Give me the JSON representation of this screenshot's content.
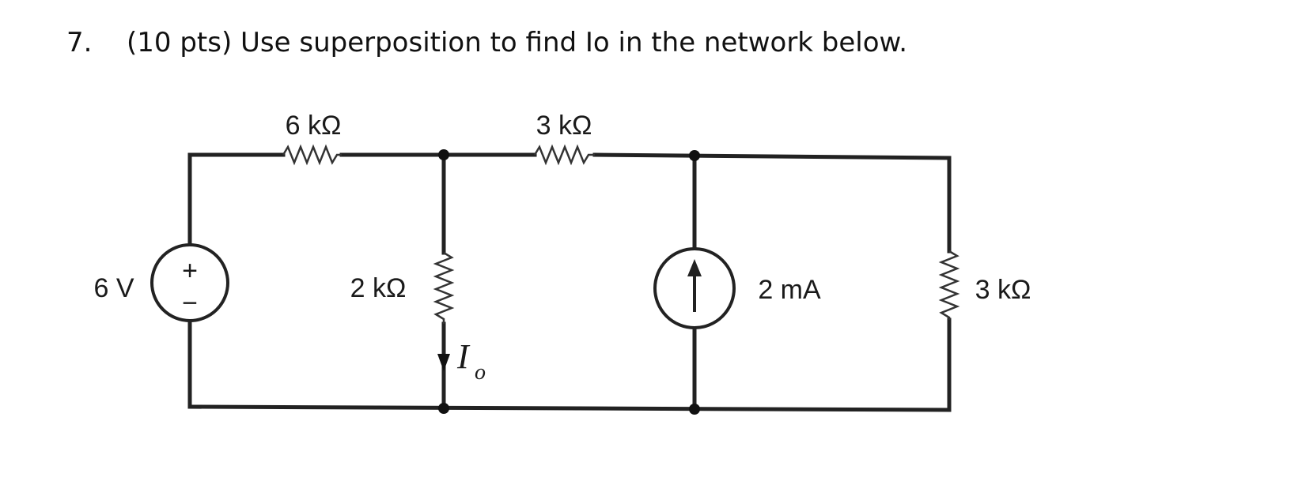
{
  "question": {
    "number": "7.",
    "text": "(10 pts) Use superposition to find Io in the network below."
  },
  "circuit": {
    "r1_label": "6 kΩ",
    "r2_label": "3 kΩ",
    "r3_label": "2 kΩ",
    "r4_label": "3 kΩ",
    "vsource_label": "6 V",
    "isource_label": "2 mA",
    "io_main": "I",
    "io_sub": "o",
    "vsource_plus": "+",
    "vsource_minus": "−"
  }
}
